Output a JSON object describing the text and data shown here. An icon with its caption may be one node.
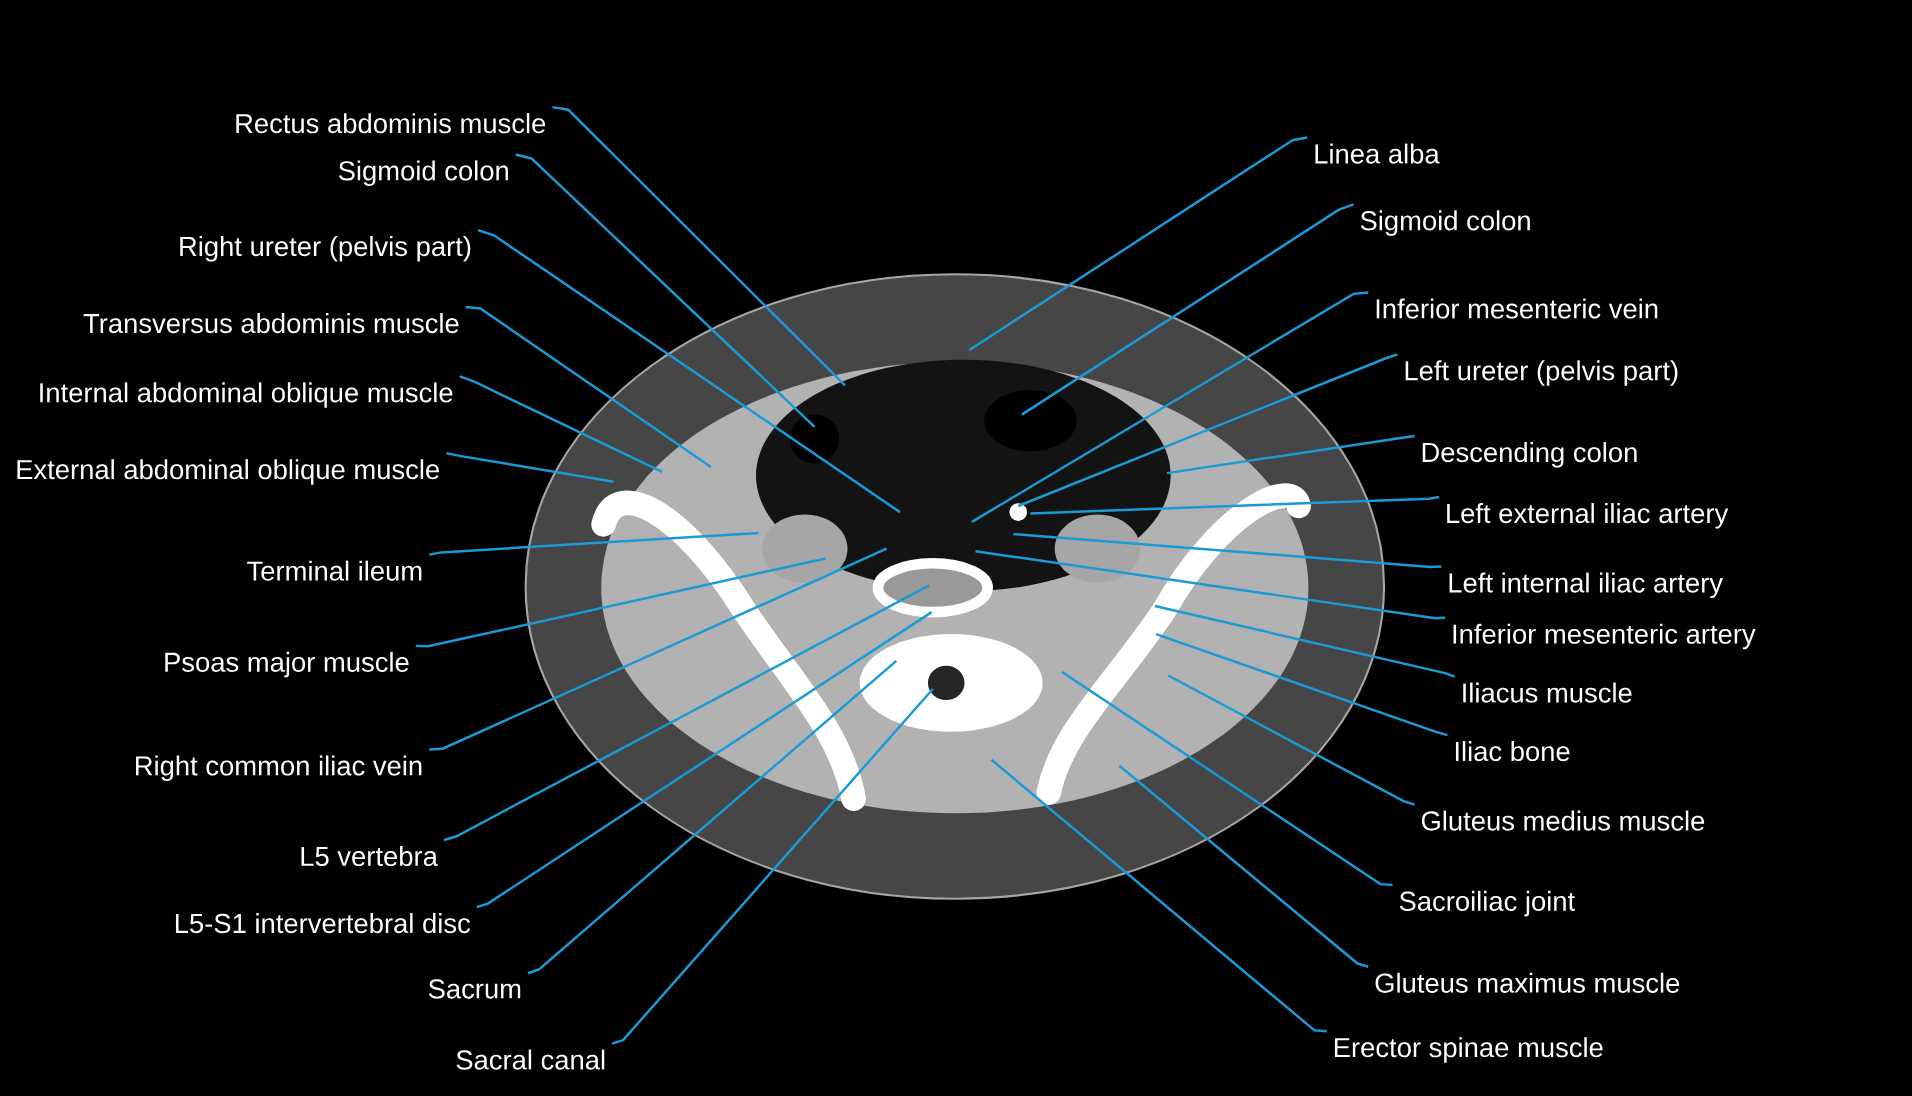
{
  "diagram": {
    "nodes": [
      {
        "text": [
          "Rectus abdominis muscle"
        ]
      },
      {
        "text": [
          "Sigmoid colon"
        ]
      },
      {
        "text": [
          "Right ureter (pelvis part)"
        ]
      },
      {
        "text": [
          "Transversus abdominis muscle"
        ]
      },
      {
        "text": [
          "Internal abdominal oblique muscle"
        ]
      },
      {
        "text": [
          "External abdominal oblique muscle"
        ]
      },
      {
        "text": [
          "Terminal ileum"
        ]
      },
      {
        "text": [
          "Psoas major muscle"
        ]
      },
      {
        "text": [
          "Right common iliac vein"
        ]
      },
      {
        "text": [
          "L5 vertebra"
        ]
      },
      {
        "text": [
          "L5-S1 intervertebral disc"
        ]
      },
      {
        "text": [
          "Sacrum"
        ]
      },
      {
        "text": [
          "Sacral canal"
        ]
      },
      {
        "text": [
          "Linea alba"
        ]
      },
      {
        "text": [
          "Sigmoid colon"
        ]
      },
      {
        "text": [
          "Inferior mesenteric vein"
        ]
      },
      {
        "text": [
          "Left ureter (pelvis part)"
        ]
      },
      {
        "text": [
          "Descending colon"
        ]
      },
      {
        "text": [
          "Left external iliac artery"
        ]
      },
      {
        "text": [
          "Left internal iliac artery"
        ]
      },
      {
        "text": [
          "Inferior mesenteric artery"
        ]
      },
      {
        "text": [
          "Iliacus muscle"
        ]
      },
      {
        "text": [
          "Iliac bone"
        ]
      },
      {
        "text": [
          "Gluteus medius muscle"
        ]
      },
      {
        "text": [
          "Sacroiliac joint"
        ]
      },
      {
        "text": [
          "Gluteus maximus muscle"
        ]
      },
      {
        "text": [
          "Erector spinae muscle"
        ]
      }
    ],
    "edges": [
      {
        "from": 0,
        "to": null,
        "arrow": "none"
      },
      {
        "from": 1,
        "to": null,
        "arrow": "none"
      },
      {
        "from": 2,
        "to": null,
        "arrow": "none"
      },
      {
        "from": 3,
        "to": null,
        "arrow": "none"
      },
      {
        "from": 4,
        "to": null,
        "arrow": "none"
      },
      {
        "from": 5,
        "to": null,
        "arrow": "none"
      },
      {
        "from": 6,
        "to": null,
        "arrow": "none"
      },
      {
        "from": 7,
        "to": null,
        "arrow": "none"
      },
      {
        "from": 8,
        "to": null,
        "arrow": "none"
      },
      {
        "from": 9,
        "to": null,
        "arrow": "none"
      },
      {
        "from": 10,
        "to": null,
        "arrow": "none"
      },
      {
        "from": 11,
        "to": null,
        "arrow": "none"
      },
      {
        "from": 12,
        "to": null,
        "arrow": "none"
      },
      {
        "from": 13,
        "to": null,
        "arrow": "none"
      },
      {
        "from": 14,
        "to": null,
        "arrow": "none"
      },
      {
        "from": 15,
        "to": null,
        "arrow": "none"
      },
      {
        "from": 16,
        "to": null,
        "arrow": "none"
      },
      {
        "from": 17,
        "to": null,
        "arrow": "none"
      },
      {
        "from": 18,
        "to": null,
        "arrow": "none"
      },
      {
        "from": 19,
        "to": null,
        "arrow": "none"
      },
      {
        "from": 20,
        "to": null,
        "arrow": "none"
      },
      {
        "from": 21,
        "to": null,
        "arrow": "none"
      },
      {
        "from": 22,
        "to": null,
        "arrow": "none"
      },
      {
        "from": 23,
        "to": null,
        "arrow": "none"
      },
      {
        "from": 24,
        "to": null,
        "arrow": "none"
      },
      {
        "from": 25,
        "to": null,
        "arrow": "none"
      },
      {
        "from": 26,
        "to": null,
        "arrow": "none"
      }
    ]
  }
}
